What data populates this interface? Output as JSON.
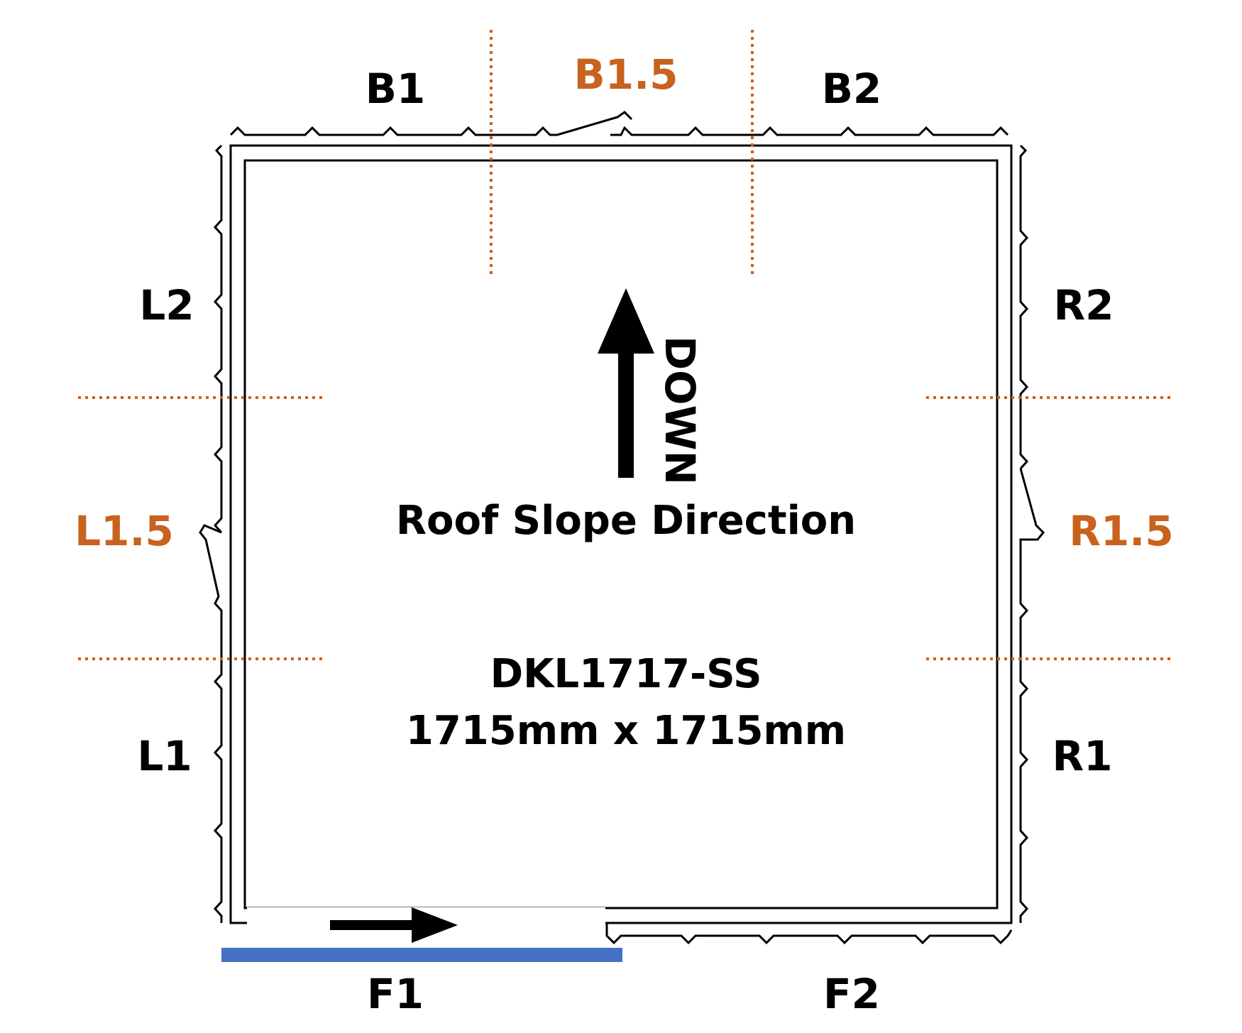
{
  "labels": {
    "b1": "B1",
    "b1_5": "B1.5",
    "b2": "B2",
    "l1": "L1",
    "l1_5": "L1.5",
    "l2": "L2",
    "r1": "R1",
    "r1_5": "R1.5",
    "r2": "R2",
    "f1": "F1",
    "f2": "F2"
  },
  "arrow_label": "DOWN",
  "roof_slope_label": "Roof Slope Direction",
  "model_code": "DKL1717-SS",
  "dimensions": "1715mm x 1715mm",
  "colors": {
    "ink": "#000000",
    "accent_orange": "#c8621e",
    "door_blue": "#4472c4"
  }
}
